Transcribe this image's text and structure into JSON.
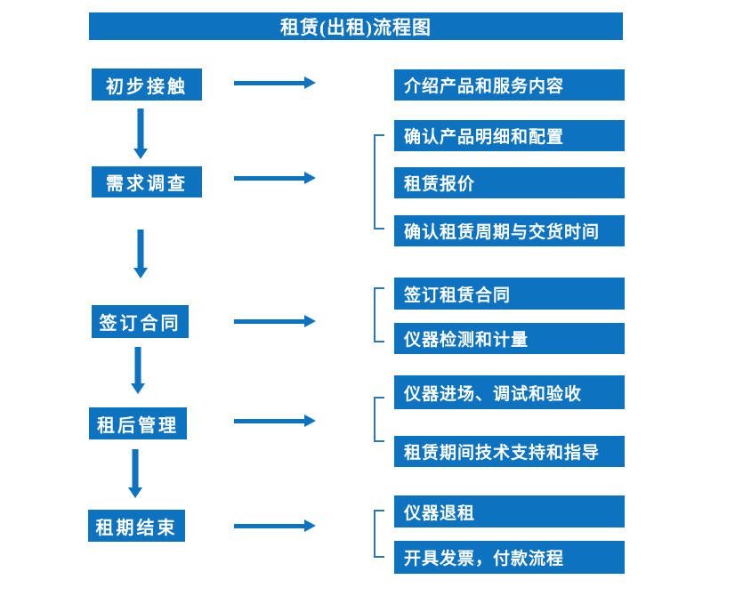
{
  "title": "租赁(出租)流程图",
  "colors": {
    "primary": "#0D72BF",
    "bracket": "#2E75B6",
    "text": "#FFFFFF",
    "background": "#FFFFFF"
  },
  "steps": [
    {
      "label": "初步接触",
      "details": [
        "介绍产品和服务内容"
      ]
    },
    {
      "label": "需求调查",
      "details": [
        "确认产品明细和配置",
        "租赁报价",
        "确认租赁周期与交货时间"
      ]
    },
    {
      "label": "签订合同",
      "details": [
        "签订租赁合同",
        "仪器检测和计量"
      ]
    },
    {
      "label": "租后管理",
      "details": [
        "仪器进场、调试和验收",
        "租赁期间技术支持和指导"
      ]
    },
    {
      "label": "租期结束",
      "details": [
        "仪器退租",
        "开具发票，付款流程"
      ]
    }
  ]
}
